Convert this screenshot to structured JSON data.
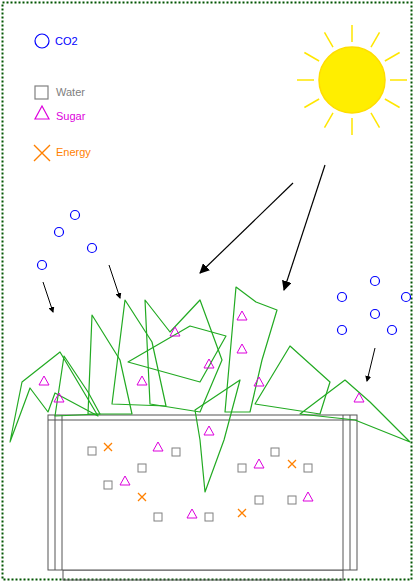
{
  "diagram": {
    "legend": [
      {
        "text": "CO2"
      },
      {
        "text": "Water"
      },
      {
        "text": "Sugar"
      },
      {
        "text": "Energy"
      }
    ]
  }
}
